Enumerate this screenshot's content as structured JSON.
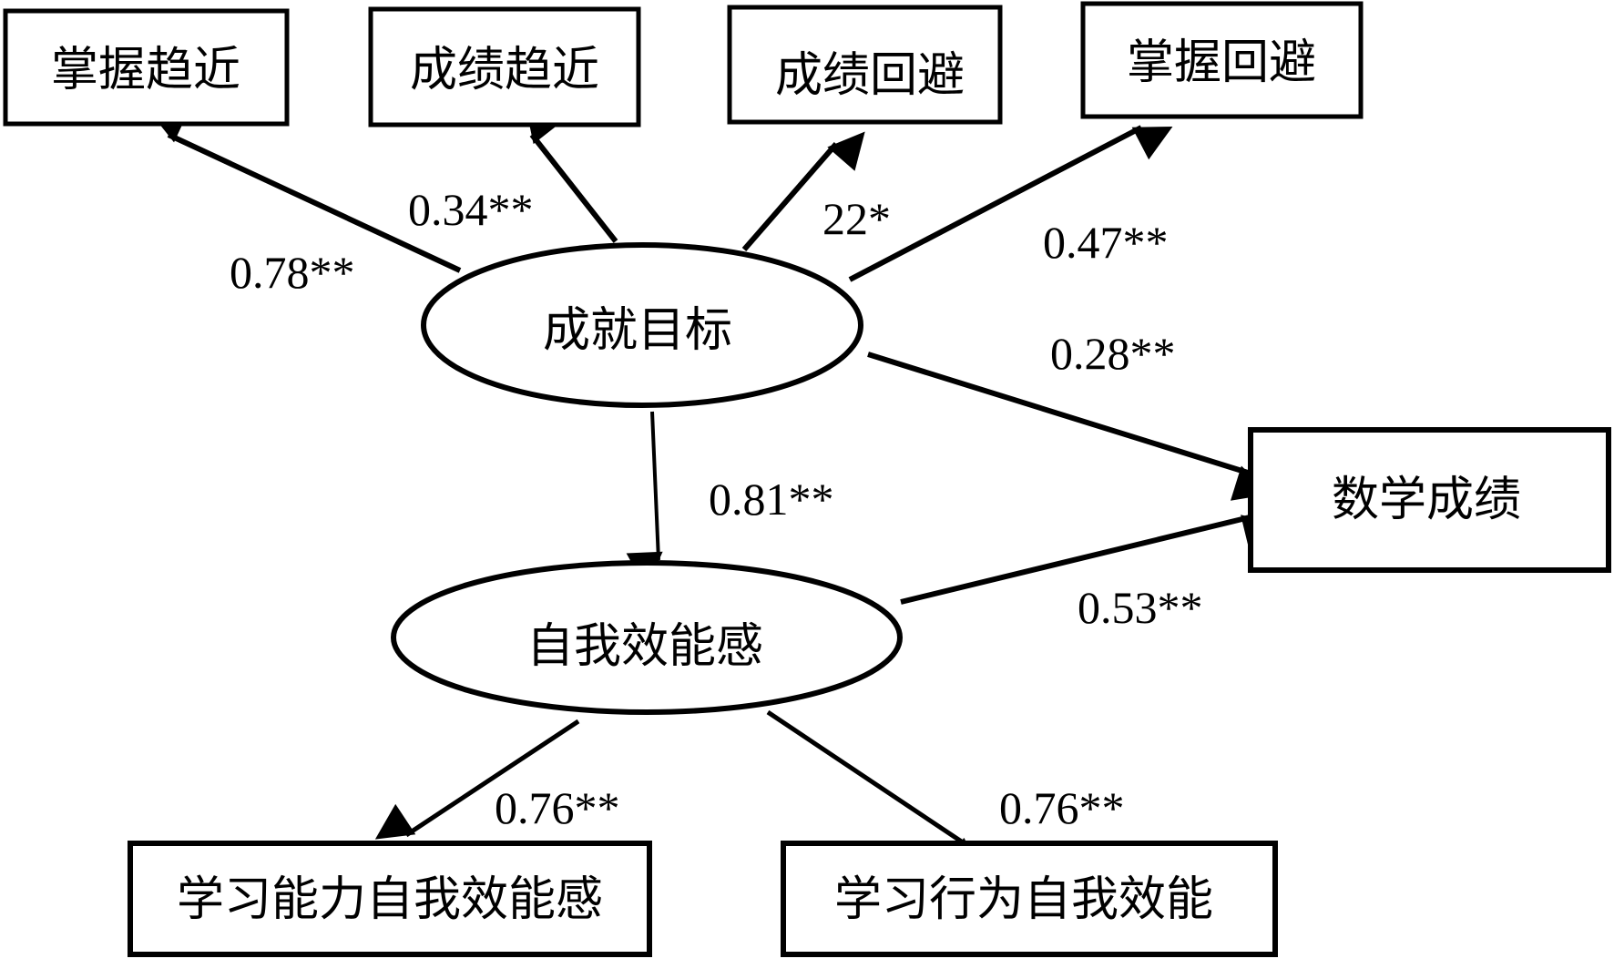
{
  "diagram": {
    "type": "path-model",
    "nodes": [
      {
        "id": "mastery_approach",
        "label": "掌握趋近",
        "shape": "box"
      },
      {
        "id": "performance_approach",
        "label": "成绩趋近",
        "shape": "box"
      },
      {
        "id": "performance_avoidance",
        "label": "成绩回避",
        "shape": "box"
      },
      {
        "id": "mastery_avoidance",
        "label": "掌握回避",
        "shape": "box"
      },
      {
        "id": "achievement_goal",
        "label": "成就目标",
        "shape": "ellipse"
      },
      {
        "id": "math_score",
        "label": "数学成绩",
        "shape": "box"
      },
      {
        "id": "self_efficacy",
        "label": "自我效能感",
        "shape": "ellipse"
      },
      {
        "id": "ability_efficacy",
        "label": "学习能力自我效能感",
        "shape": "box"
      },
      {
        "id": "behavior_efficacy",
        "label": "学习行为自我效能",
        "shape": "box"
      }
    ],
    "edges": [
      {
        "from": "achievement_goal",
        "to": "mastery_approach",
        "label": "0.78**"
      },
      {
        "from": "achievement_goal",
        "to": "performance_approach",
        "label": "0.34**"
      },
      {
        "from": "achievement_goal",
        "to": "performance_avoidance",
        "label": "22*"
      },
      {
        "from": "achievement_goal",
        "to": "mastery_avoidance",
        "label": "0.47**"
      },
      {
        "from": "achievement_goal",
        "to": "math_score",
        "label": "0.28**"
      },
      {
        "from": "achievement_goal",
        "to": "self_efficacy",
        "label": "0.81**"
      },
      {
        "from": "self_efficacy",
        "to": "math_score",
        "label": "0.53**"
      },
      {
        "from": "self_efficacy",
        "to": "ability_efficacy",
        "label": "0.76**"
      },
      {
        "from": "self_efficacy",
        "to": "behavior_efficacy",
        "label": "0.76**"
      }
    ]
  }
}
